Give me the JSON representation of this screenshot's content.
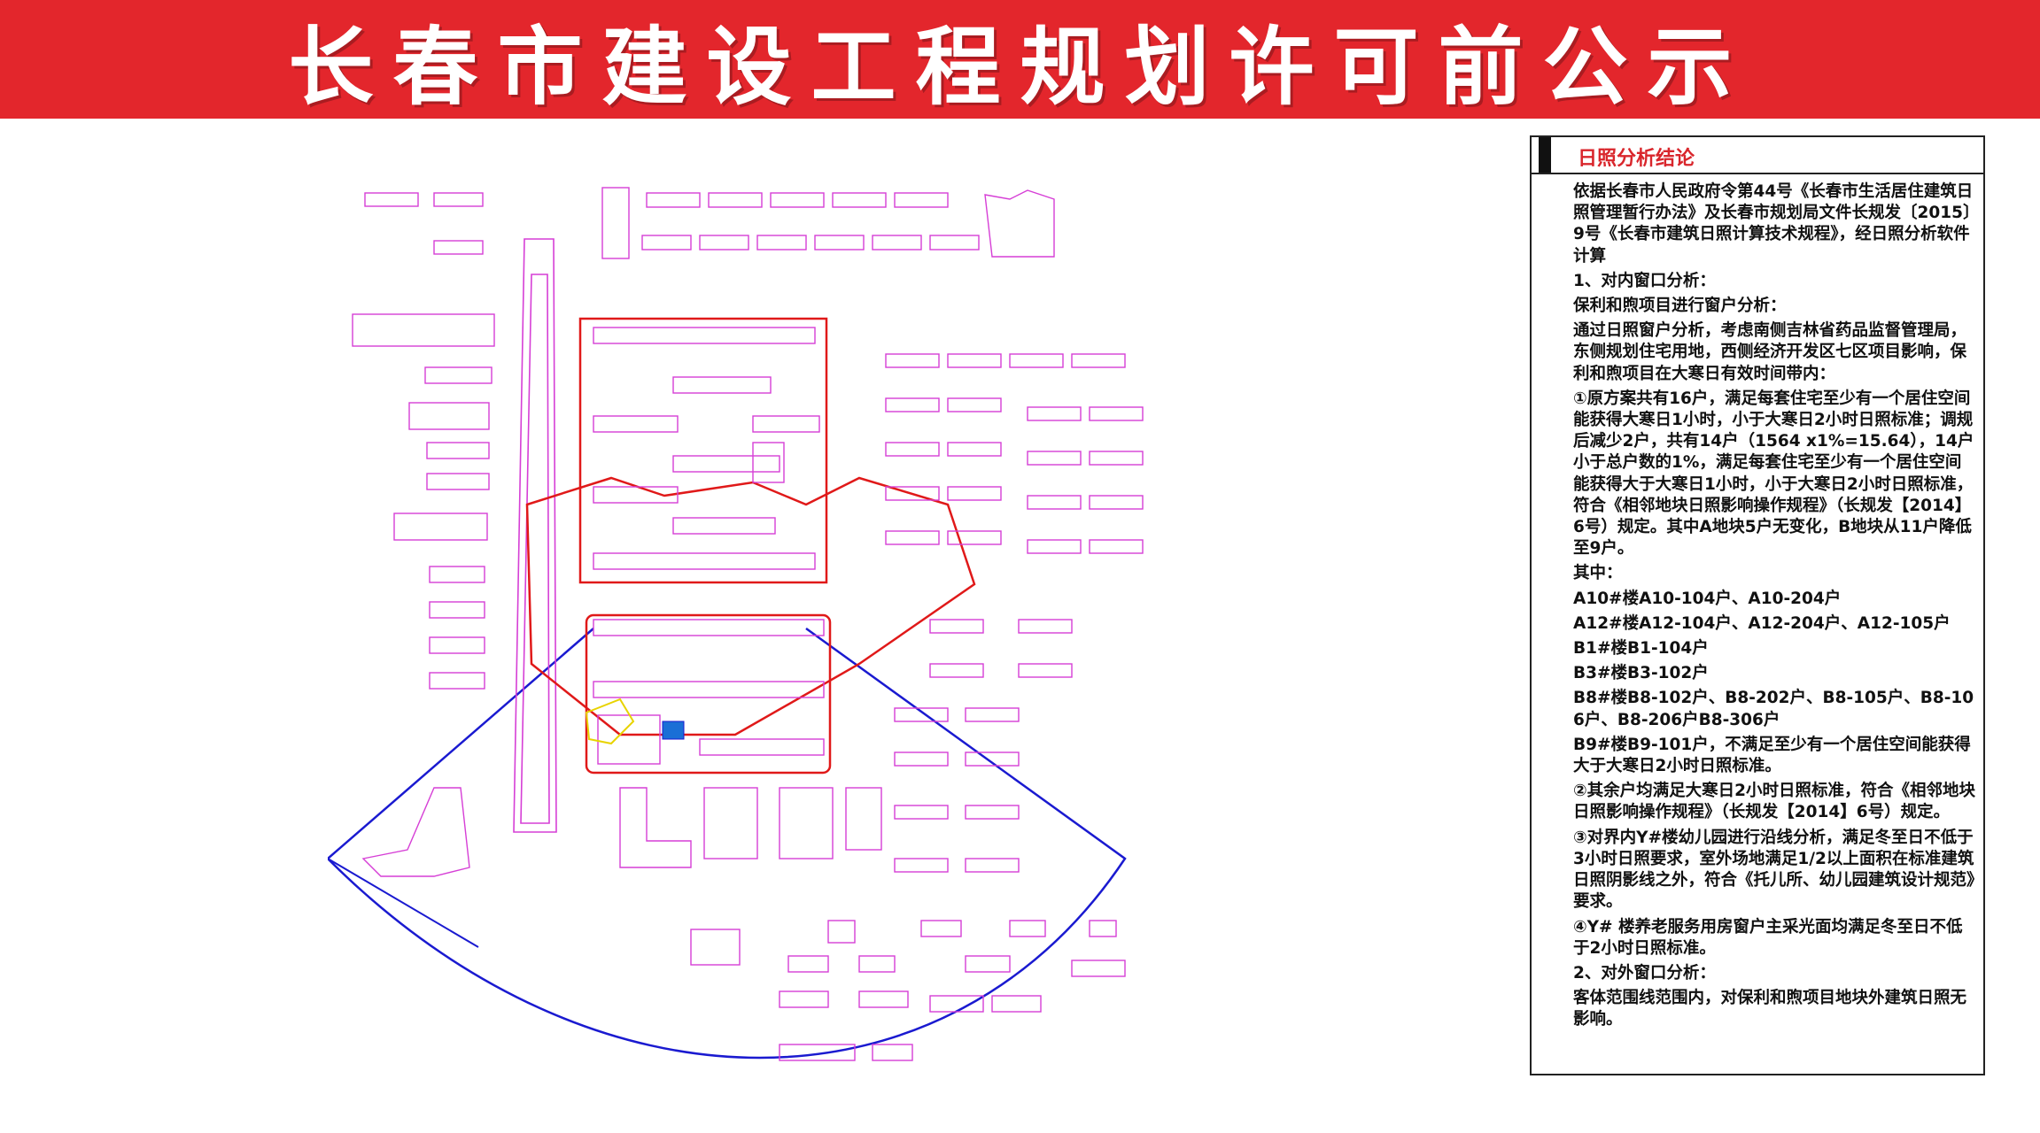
{
  "banner": {
    "title": "长春市建设工程规划许可前公示"
  },
  "panel": {
    "title": "日照分析结论",
    "paragraphs": [
      "依据长春市人民政府令第44号《长春市生活居住建筑日照管理暂行办法》及长春市规划局文件长规发〔2015〕9号《长春市建筑日照计算技术规程》，经日照分析软件计算",
      "1、对内窗口分析：",
      "保利和煦项目进行窗户分析：",
      "通过日照窗户分析，考虑南侧吉林省药品监督管理局，东侧规划住宅用地，西侧经济开发区七区项目影响，保利和煦项目在大寒日有效时间带内：",
      "①原方案共有16户，满足每套住宅至少有一个居住空间能获得大寒日1小时，小于大寒日2小时日照标准；调规后减少2户，共有14户（1564 x1%=15.64），14户小于总户数的1%，满足每套住宅至少有一个居住空间能获得大于大寒日1小时，小于大寒日2小时日照标准，符合《相邻地块日照影响操作规程》（长规发【2014】6号）规定。其中A地块5户无变化，B地块从11户降低至9户。",
      "其中：",
      "A10#楼A10-104户、A10-204户",
      "A12#楼A12-104户、A12-204户、A12-105户",
      "B1#楼B1-104户",
      "B3#楼B3-102户",
      "B8#楼B8-102户、B8-202户、B8-105户、B8-106户、B8-206户B8-306户",
      "B9#楼B9-101户，不满足至少有一个居住空间能获得大于大寒日2小时日照标准。",
      "②其余户均满足大寒日2小时日照标准，符合《相邻地块日照影响操作规程》（长规发【2014】6号）规定。",
      "③对界内Y#楼幼儿园进行沿线分析，满足冬至日不低于3小时日照要求，室外场地满足1/2以上面积在标准建筑日照阴影线之外，符合《托儿所、幼儿园建筑设计规范》要求。",
      "④Y# 楼养老服务用房窗户主采光面均满足冬至日不低于2小时日照标准。",
      "2、对外窗口分析：",
      "客体范围线范围内，对保利和煦项目地块外建筑日照无影响。"
    ]
  },
  "colors": {
    "banner": "#e3262c",
    "building_outline": "#d63fd6",
    "site_boundary": "#e01919",
    "analysis_range": "#1a1ad0",
    "panel_title": "#d9262c"
  }
}
